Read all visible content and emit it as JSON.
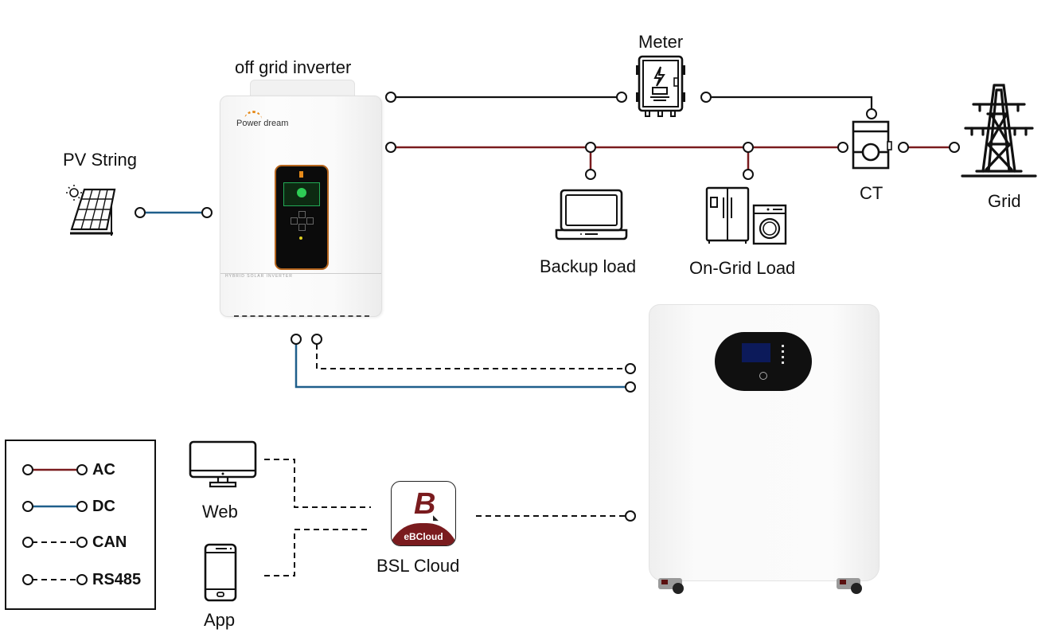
{
  "title_components": {
    "inverter": "off grid inverter",
    "meter": "Meter",
    "pv": "PV String",
    "ct": "CT",
    "grid": "Grid",
    "backup_load": "Backup load",
    "on_grid_load": "On-Grid Load",
    "web": "Web",
    "app": "App",
    "cloud": "BSL Cloud"
  },
  "inverter_device": {
    "brand": "Power dream",
    "model_text": "HYBRID SOLAR INVERTER"
  },
  "cloud_app": {
    "badge_text": "eBCloud",
    "logo_letter": "B"
  },
  "legend": {
    "items": [
      {
        "label": "AC",
        "style": "solid",
        "color": "#7a1b1e"
      },
      {
        "label": "DC",
        "style": "solid",
        "color": "#1f5f8b"
      },
      {
        "label": "CAN",
        "style": "dashed",
        "color": "#111111"
      },
      {
        "label": "RS485",
        "style": "dashed",
        "color": "#111111"
      }
    ]
  },
  "colors": {
    "ac": "#7a1b1e",
    "dc": "#1f5f8b",
    "comm": "#111111"
  },
  "icons": {
    "pv": "solar-panel-icon",
    "meter": "electric-meter-icon",
    "ct": "current-transformer-icon",
    "grid": "transmission-tower-icon",
    "backup": "laptop-icon",
    "on_grid": "fridge-washer-icon",
    "web": "monitor-icon",
    "app": "smartphone-icon"
  }
}
